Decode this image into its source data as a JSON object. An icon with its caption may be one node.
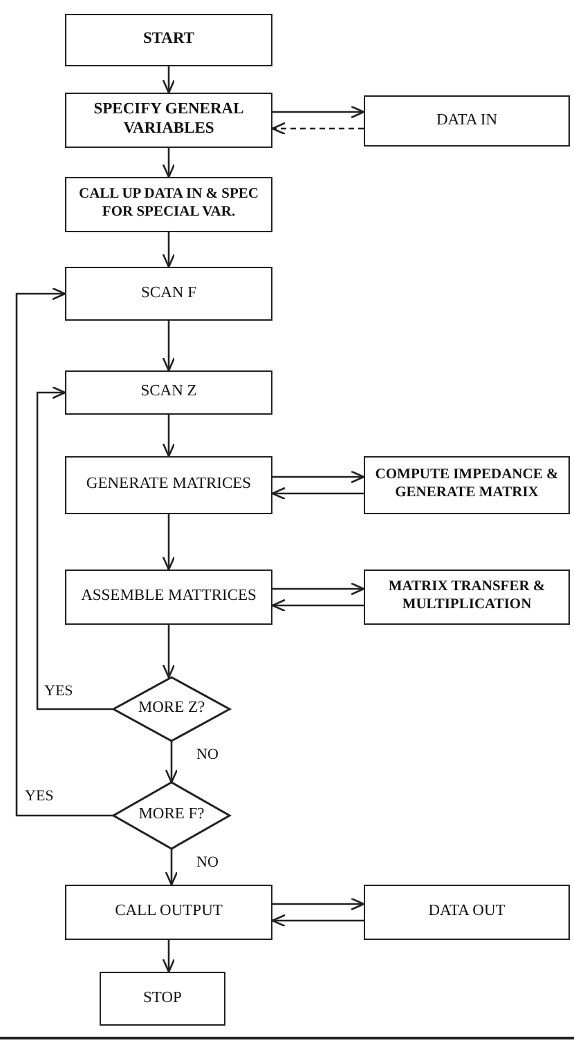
{
  "diagram": {
    "nodes": [
      {
        "text": [
          "START"
        ]
      },
      {
        "text": [
          "SPECIFY GENERAL VARIABLES"
        ]
      },
      {
        "text": [
          "DATA IN"
        ]
      },
      {
        "text": [
          "CALL UP DATA IN & SPEC FOR SPECIAL VAR."
        ]
      },
      {
        "text": [
          "SCAN F"
        ]
      },
      {
        "text": [
          "SCAN Z"
        ]
      },
      {
        "text": [
          "GENERATE MATRICES"
        ]
      },
      {
        "text": [
          "COMPUTE IMPEDANCE & GENERATE MATRIX"
        ]
      },
      {
        "text": [
          "ASSEMBLE MATTRICES"
        ]
      },
      {
        "text": [
          "MATRIX TRANSFER & MULTIPLICATION"
        ]
      },
      {
        "text": [
          "MORE Z?"
        ]
      },
      {
        "text": [
          "MORE F?"
        ]
      },
      {
        "text": [
          "CALL OUTPUT"
        ]
      },
      {
        "text": [
          "DATA OUT"
        ]
      },
      {
        "text": [
          "STOP"
        ]
      }
    ],
    "edges": [
      {
        "from": 0,
        "to": 1,
        "arrow": "to"
      },
      {
        "from": 1,
        "to": 2,
        "arrow": "to"
      },
      {
        "from": 2,
        "to": 1,
        "arrow": "to",
        "style": "dashed"
      },
      {
        "from": 1,
        "to": 3,
        "arrow": "to"
      },
      {
        "from": 3,
        "to": 4,
        "arrow": "to"
      },
      {
        "from": 4,
        "to": 5,
        "arrow": "to"
      },
      {
        "from": 5,
        "to": 6,
        "arrow": "to"
      },
      {
        "from": 6,
        "to": 7,
        "arrow": "to"
      },
      {
        "from": 7,
        "to": 6,
        "arrow": "to"
      },
      {
        "from": 6,
        "to": 8,
        "arrow": "to"
      },
      {
        "from": 8,
        "to": 9,
        "arrow": "to"
      },
      {
        "from": 9,
        "to": 8,
        "arrow": "to"
      },
      {
        "from": 8,
        "to": 10,
        "arrow": "to"
      },
      {
        "from": 10,
        "to": 5,
        "arrow": "to",
        "label": "YES"
      },
      {
        "from": 10,
        "to": 11,
        "arrow": "to",
        "label": "NO"
      },
      {
        "from": 11,
        "to": 4,
        "arrow": "to",
        "label": "YES"
      },
      {
        "from": 11,
        "to": 12,
        "arrow": "to",
        "label": "NO"
      },
      {
        "from": 12,
        "to": 13,
        "arrow": "to"
      },
      {
        "from": 13,
        "to": 12,
        "arrow": "to"
      },
      {
        "from": 12,
        "to": 14,
        "arrow": "to"
      }
    ]
  }
}
